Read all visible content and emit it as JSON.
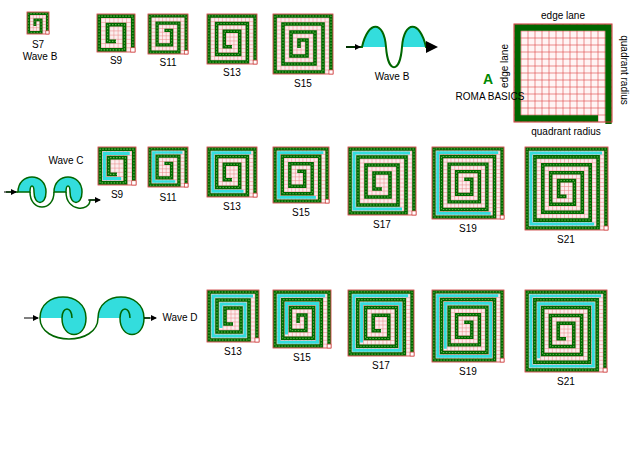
{
  "diagram": {
    "labels": [
      "S7",
      "Wave B",
      "S9",
      "S11",
      "S13",
      "S15",
      "Wave B",
      "A",
      "ROMA BASICS",
      "edge lane",
      "edge lane",
      "quadrant radius",
      "quadrant radius",
      "Wave C",
      "S9",
      "S11",
      "S13",
      "S15",
      "S17",
      "S19",
      "S21",
      "Wave D",
      "S13",
      "S15",
      "S17",
      "S19",
      "S21"
    ]
  }
}
